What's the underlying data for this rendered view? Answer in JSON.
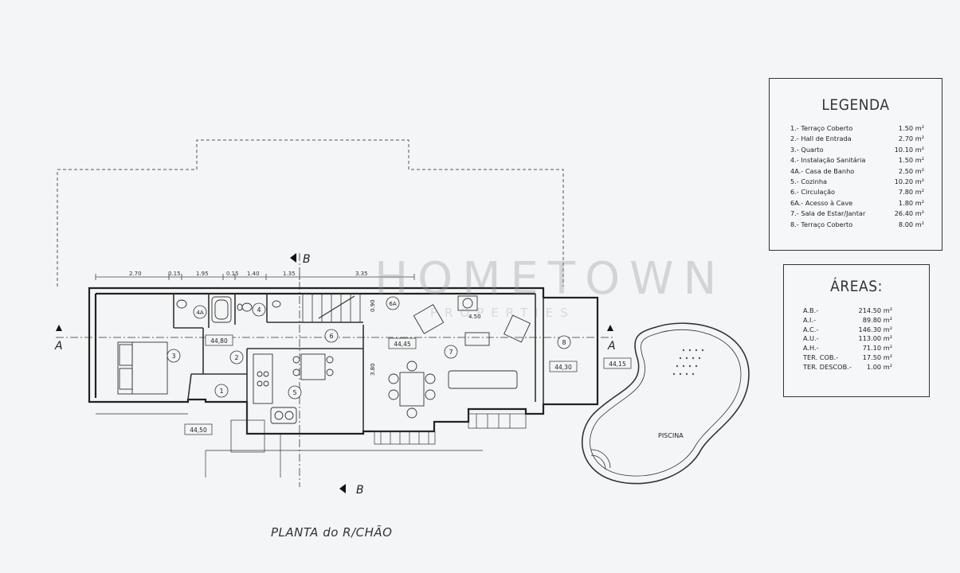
{
  "legend": {
    "title": "LEGENDA",
    "items": [
      {
        "label": "1.- Terraço Coberto",
        "area": "1.50 m²"
      },
      {
        "label": "2.- Hall de Entrada",
        "area": "2.70 m²"
      },
      {
        "label": "3.- Quarto",
        "area": "10.10 m²"
      },
      {
        "label": "4.- Instalação Sanitária",
        "area": "1.50 m²"
      },
      {
        "label": "4A.- Casa de Banho",
        "area": "2.50 m²"
      },
      {
        "label": "5.- Cozinha",
        "area": "10.20 m²"
      },
      {
        "label": "6.- Circulação",
        "area": "7.80 m²"
      },
      {
        "label": "6A.- Acesso à Cave",
        "area": "1.80 m²"
      },
      {
        "label": "7.- Sala de Estar/Jantar",
        "area": "26.40 m²"
      },
      {
        "label": "8.- Terraço Coberto",
        "area": "8.00 m²"
      }
    ]
  },
  "areas": {
    "title": "ÁREAS:",
    "items": [
      {
        "label": "A.B.-",
        "value": "214.50 m²"
      },
      {
        "label": "A.I.-",
        "value": "89.80 m²"
      },
      {
        "label": "A.C.-",
        "value": "146.30 m²"
      },
      {
        "label": "A.U.-",
        "value": "113.00 m²"
      },
      {
        "label": "A.H.-",
        "value": "71.10 m²"
      },
      {
        "label": "TER. COB.-",
        "value": "17.50 m²"
      },
      {
        "label": "TER. DESCOB.-",
        "value": "1.00 m²"
      }
    ]
  },
  "plan": {
    "title": "PLANTA do R/CHÃO",
    "dimensions": [
      "2.70",
      "0.15",
      "1.95",
      "0.15",
      "1.40",
      "1.35",
      "3.35"
    ],
    "room_numbers": [
      "1",
      "2",
      "3",
      "4",
      "4A",
      "5",
      "6",
      "6A",
      "7",
      "8"
    ],
    "levels": [
      "44,80",
      "44,45",
      "44,30",
      "44,15",
      "44,50"
    ],
    "inner_dims": {
      "d1": "4.50",
      "d2": "3.80",
      "d3": "0.90"
    },
    "section_a": "A",
    "section_b": "B",
    "pool_label": "PISCINA"
  },
  "watermark": {
    "brand": "HOMETOWN",
    "sub": "PROPERTIES"
  }
}
